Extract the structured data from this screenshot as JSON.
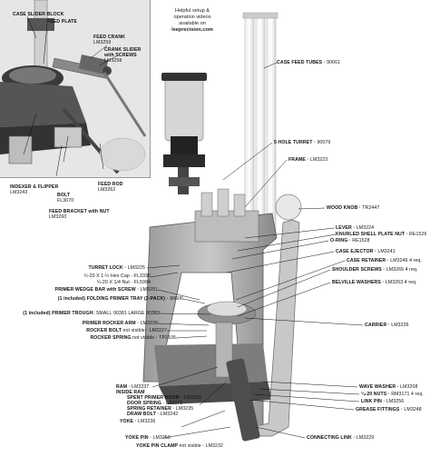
{
  "help_note": {
    "line1": "Helpful setup &",
    "line2": "operation videos",
    "line3": "available on",
    "line4": "leeprecision.com"
  },
  "inset_labels": {
    "case_slider_block": "CASE SLIDER BLOCK",
    "feed_plate": "FEED PLATE",
    "feed_crank": "FEED CRANK",
    "feed_crank_part": "LM3259",
    "crank_slider": "CRANK SLIDER",
    "crank_slider_2": "with SCREWS",
    "crank_slider_part": "LM3258",
    "indexer": "INDEXER & FLIPPER",
    "indexer_part": "LM3243",
    "bolt": "BOLT",
    "bolt_part": "FL3070",
    "feed_rod": "FEED ROD",
    "feed_rod_part": "LM3262",
    "feed_bracket": "FEED BRACKET with NUT",
    "feed_bracket_part": "LM3260"
  },
  "right_labels": {
    "case_feed_tubes": "CASE FEED TUBES",
    "case_feed_tubes_part": "90661",
    "five_hole_turret": "5 HOLE TURRET",
    "five_hole_turret_part": "90079",
    "frame": "FRAME",
    "frame_part": "LM3223",
    "wood_knob": "WOOD KNOB",
    "wood_knob_part": "TR2447",
    "lever": "LEVER",
    "lever_part": "LM3224",
    "knurled_nut": "KNURLED SHELL PLATE NUT",
    "knurled_nut_part": "RE1526",
    "o_ring": "O-RING",
    "o_ring_part": "RE1528",
    "case_ejector": "CASE EJECTOR",
    "case_ejector_part": "LM3241",
    "case_retainer": "CASE RETAINER",
    "case_retainer_part": "LM3246",
    "case_retainer_qty": "4 req.",
    "shoulder_screws": "SHOULDER SCREWS",
    "shoulder_screws_part": "LM3265",
    "shoulder_screws_qty": "4 req.",
    "belville_washers": "BELVILLE WASHERS",
    "belville_washers_part": "LM3263",
    "belville_washers_qty": "4 req.",
    "carrier": "CARRIER",
    "carrier_part": "LM3236",
    "wave_washer": "WAVE WASHER",
    "wave_washer_part": "LM3208",
    "nuts": "¼-20 NUTS",
    "nuts_part": "RM3171",
    "nuts_qty": "4 req.",
    "link_pin": "LINK PIN",
    "link_pin_part": "LM3256",
    "grease_fittings": "GREASE FITTINGS",
    "grease_fittings_part": "LM3248",
    "connecting_link": "CONNECTING LINK",
    "connecting_link_part": "LM3229"
  },
  "left_labels": {
    "turret_lock": "TURRET LOCK",
    "turret_lock_part": "LM3225",
    "hex_cap": "¼-20 X 1-½ Hex Cap",
    "hex_cap_part": "FL3336",
    "hex_nut": "¼-20 X 1/4 Nut",
    "hex_nut_part": "FL5994",
    "primer_wedge": "PRIMER WEDGE BAR with SCREW",
    "primer_wedge_part": "LM3251",
    "folding_tray": "(1 included) FOLDING PRIMER TRAY (2-PACK)",
    "folding_tray_part": "90606",
    "primer_trough": "(1 included) PRIMER TROUGH:",
    "primer_trough_small": "SMALL",
    "primer_trough_small_part": "90381",
    "primer_trough_large": "LARGE",
    "primer_trough_large_part": "90383",
    "primer_rocker_arm": "PRIMER ROCKER ARM",
    "primer_rocker_arm_part": "LM3239",
    "rocker_bolt": "ROCKER BOLT",
    "rocker_bolt_note": "not visible",
    "rocker_bolt_part": "LM3227",
    "rocker_spring": "ROCKER SPRING",
    "rocker_spring_note": "not visible",
    "rocker_spring_part": "TP2105",
    "ram": "RAM",
    "ram_part": "LM3237",
    "inside_ram": "INSIDE RAM",
    "spent_primer_door": "SPENT PRIMER DOOR",
    "spent_primer_door_part": "LM3233",
    "door_spring": "DOOR SPRING",
    "door_spring_part": "LA1075",
    "spring_retainer": "SPRING RETAINER",
    "spring_retainer_part": "LM3235",
    "draw_bolt": "DRAW BOLT",
    "draw_bolt_part": "LM3242",
    "yoke": "YOKE",
    "yoke_part": "LM3236",
    "yoke_pin": "YOKE PIN",
    "yoke_pin_part": "LM3250",
    "yoke_pin_clamp": "YOKE PIN CLAMP",
    "yoke_pin_clamp_note": "not visible",
    "yoke_pin_clamp_part": "LM3232"
  }
}
